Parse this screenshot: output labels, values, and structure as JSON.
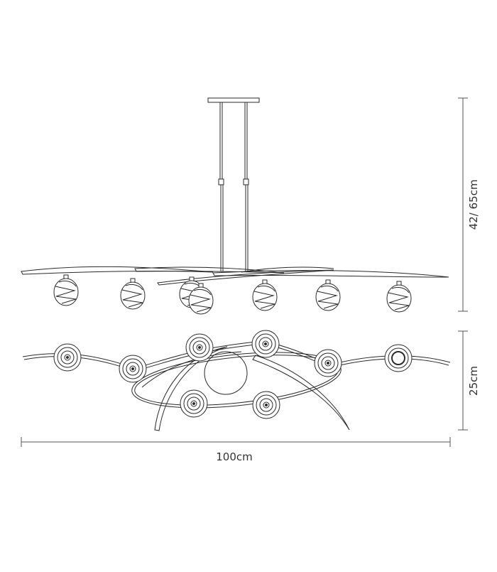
{
  "diagram": {
    "subject": "pendant-light-technical-drawing",
    "views": [
      "side-elevation",
      "top-plan"
    ],
    "dimensions": {
      "height": "42/ 65cm",
      "depth": "25cm",
      "width": "100cm"
    },
    "colors": {
      "line": "#2a2a2a",
      "dimension": "#555555",
      "text": "#333333",
      "background": "#ffffff"
    }
  }
}
